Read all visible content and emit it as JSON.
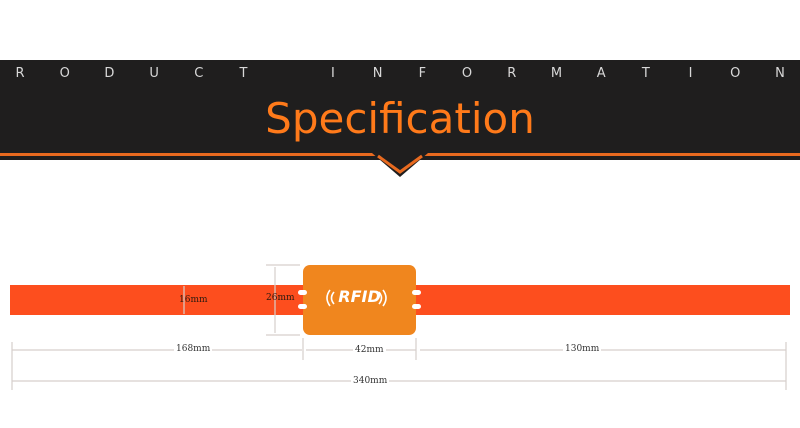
{
  "header": {
    "letters": [
      "R",
      "O",
      "D",
      "U",
      "C",
      "T",
      "",
      "I",
      "N",
      "F",
      "O",
      "R",
      "M",
      "A",
      "T",
      "I",
      "O",
      "N"
    ],
    "title": "Specification"
  },
  "diagram": {
    "strap_width_label": "16mm",
    "chip_height_label": "26mm",
    "left_length_label": "168mm",
    "chip_width_label": "42mm",
    "right_length_label": "130mm",
    "total_length_label": "340mm",
    "chip_text": "RFID",
    "colors": {
      "strap": "#fd4e1e",
      "chip": "#f0861e",
      "banner": "#1f1e1e",
      "accent": "#ff7a1a"
    }
  }
}
